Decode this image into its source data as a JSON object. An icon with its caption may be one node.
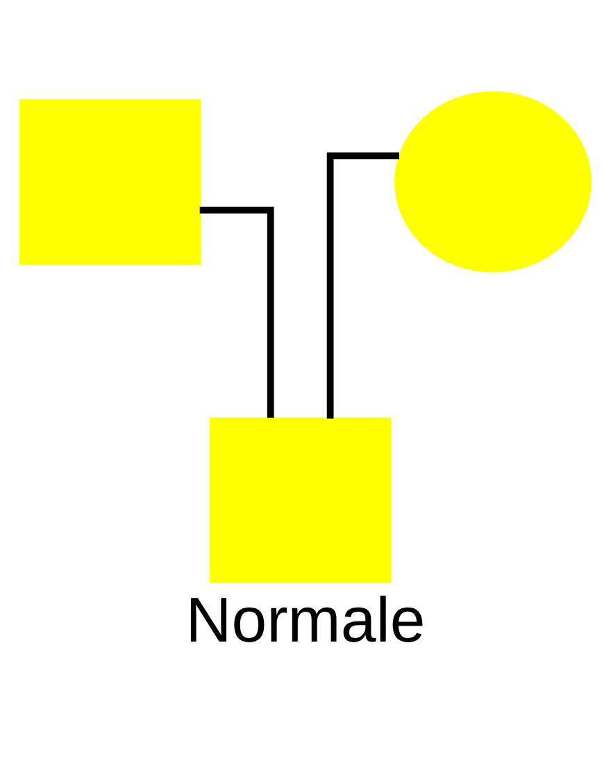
{
  "diagram": {
    "caption": "Normale",
    "nodes": [
      {
        "text": [],
        "shape": "box"
      },
      {
        "text": [],
        "shape": "circle"
      },
      {
        "text": [],
        "shape": "box"
      }
    ],
    "edges": [
      {
        "from": 0,
        "to": 2,
        "arrow": "none"
      },
      {
        "from": 1,
        "to": 2,
        "arrow": "none"
      }
    ]
  }
}
